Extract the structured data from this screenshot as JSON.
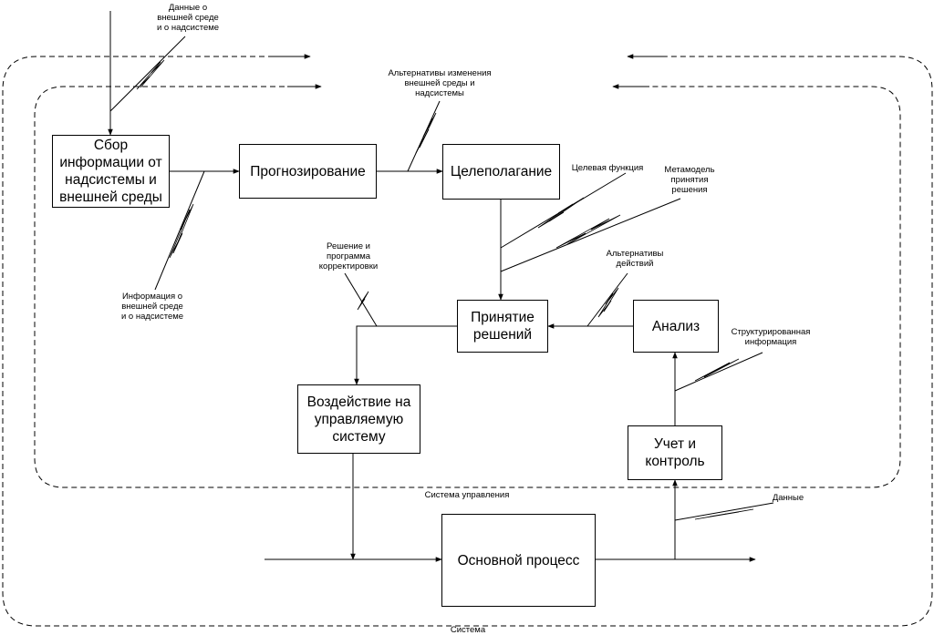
{
  "blocks": {
    "collect": "Сбор\nинформации от\nнадсистемы и\nвнешней среды",
    "forecast": "Прогнозирование",
    "goal": "Целеполагание",
    "decision": "Принятие\nрешений",
    "analysis": "Анализ",
    "impact": "Воздействие на\nуправляемую\nсистему",
    "accounting": "Учет и\nконтроль",
    "main_process": "Основной процесс"
  },
  "labels": {
    "data_env": "Данные о\nвнешней среде\nи о надсистеме",
    "alternatives_env": "Альтернативы изменения\nвнешней среды и\nнадсистемы",
    "target_function": "Целевая функция",
    "metamodel": "Метамодель\nпринятия\nрешения",
    "action_alternatives": "Альтернативы\nдействий",
    "correction": "Решение и\nпрограмма\nкорректировки",
    "info_env": "Информация о\nвнешней среде\nи о надсистеме",
    "structured_info": "Структурированная\nинформация",
    "data": "Данные",
    "control_system": "Система управления",
    "system": "Система"
  }
}
